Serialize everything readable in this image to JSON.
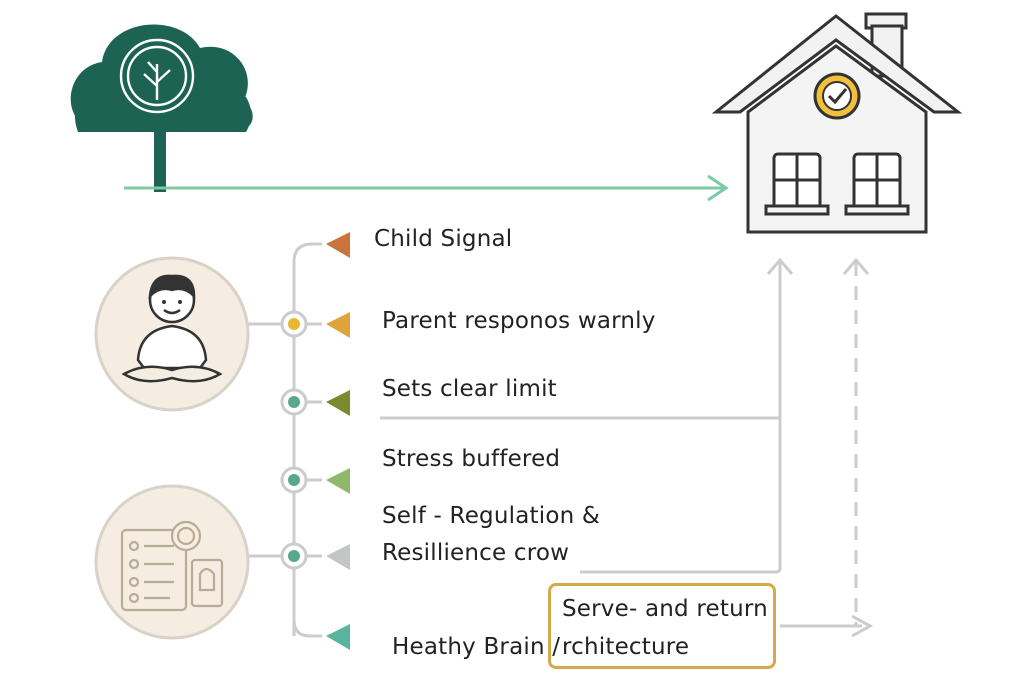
{
  "steps": [
    {
      "label": "Child Signal",
      "color": "#c8743a"
    },
    {
      "label": "Parent responos warnly",
      "color": "#e0a33c"
    },
    {
      "label": "Sets clear limit",
      "color": "#7a8a2c"
    },
    {
      "label": "Stress buffered",
      "color": "#8fb86a"
    },
    {
      "label": "Self - Regulation &",
      "label2": "Resillience crow",
      "color": "#c3c7c4"
    },
    {
      "label": "Heathy Brain /",
      "color": "#5ab39c"
    }
  ],
  "callout": {
    "line1": "Serve- and return",
    "line2": "rchitecture",
    "border_color": "#d4a94a"
  },
  "colors": {
    "tree": "#1c6354",
    "arrow_green": "#7cc9a5",
    "connector": "#cccccc",
    "node_fill": "#5aa88b",
    "node_gold": "#e8b92e",
    "house_stroke": "#333333",
    "badge": "#f0c23b",
    "circle_fill": "#f5ede2"
  },
  "icons": [
    "tree-icon",
    "child-icon",
    "checklist-icon",
    "house-icon",
    "check-badge-icon"
  ]
}
